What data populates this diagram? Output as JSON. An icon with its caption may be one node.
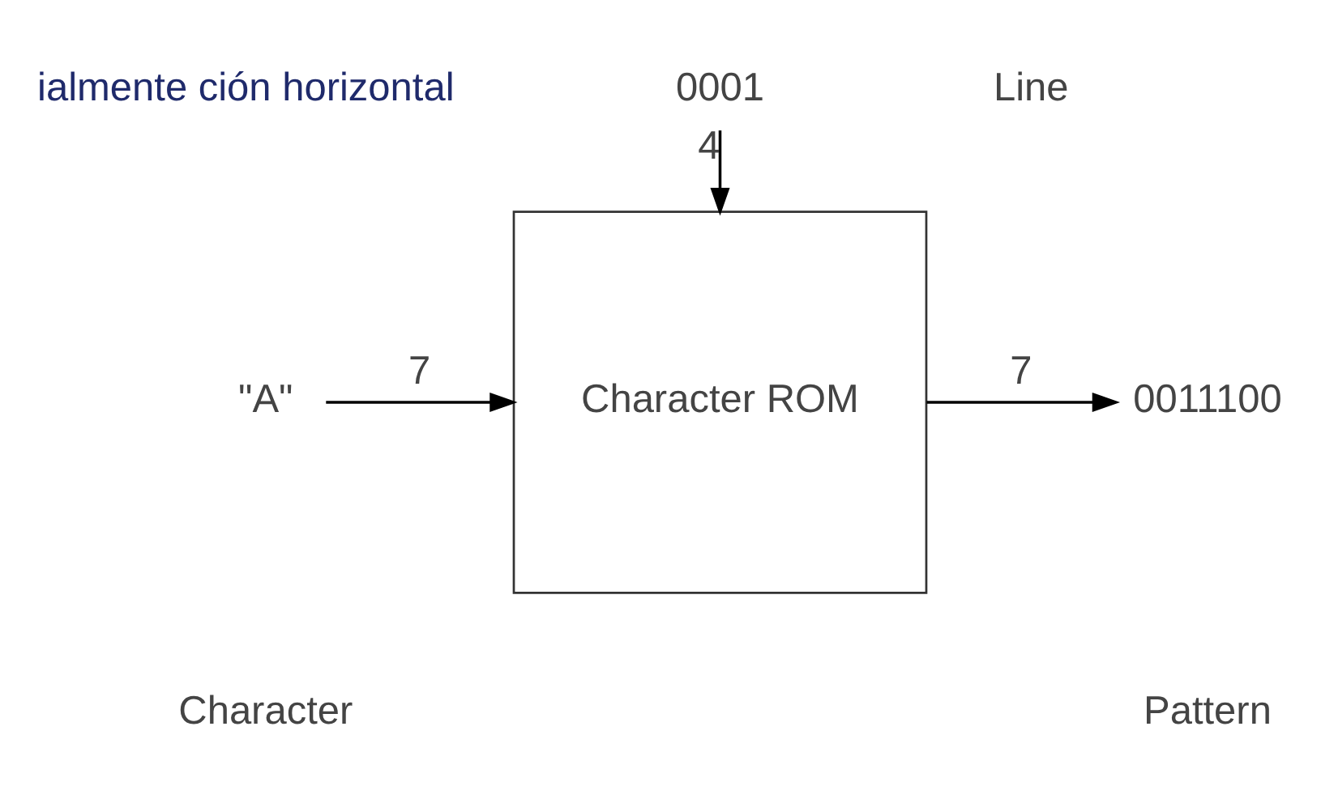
{
  "diagram": {
    "nodes": [
      {
        "text": [
          "0001"
        ]
      },
      {
        "text": [
          "Character ROM"
        ]
      },
      {
        "text": [
          "\"A\""
        ]
      },
      {
        "text": [
          "0011100"
        ]
      }
    ],
    "edges": [
      {
        "from": 0,
        "to": 1,
        "arrow": "to",
        "label": "4"
      },
      {
        "from": 2,
        "to": 1,
        "arrow": "to",
        "label": "7"
      },
      {
        "from": 1,
        "to": 3,
        "arrow": "to",
        "label": "7"
      }
    ],
    "labels": [
      "ialmente ción horizontal",
      "Line",
      "Character",
      "Pattern"
    ]
  }
}
